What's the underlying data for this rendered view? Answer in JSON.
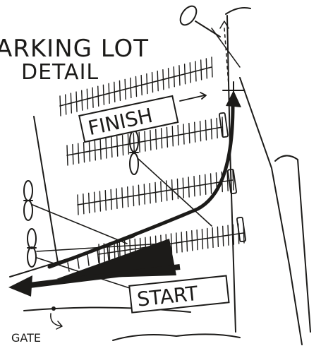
{
  "title_line1": "ARKING LOT",
  "title_line2": "DETAIL",
  "finish_label": "FINISH",
  "start_label": "START",
  "gate_label": "GATE",
  "colors": {
    "ink": "#1c1b19",
    "paper": "#ffffff"
  },
  "icons": [
    "propeller-icon",
    "arrow-icon",
    "wedge-icon"
  ]
}
